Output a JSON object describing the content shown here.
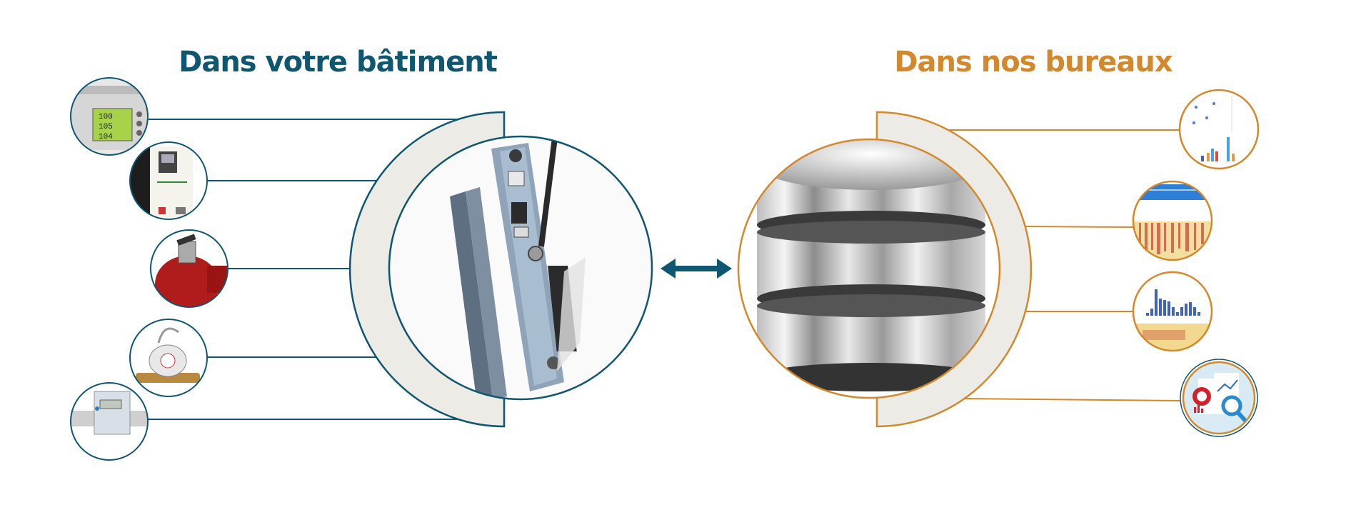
{
  "left": {
    "title": "Dans votre bâtiment",
    "color": "#0f5670",
    "devices": [
      {
        "name": "energy-meter",
        "display": [
          "100",
          "105",
          "104"
        ]
      },
      {
        "name": "variable-speed-drive"
      },
      {
        "name": "gas-meter"
      },
      {
        "name": "water-meter"
      },
      {
        "name": "heat-meter"
      }
    ],
    "hub": "data-logger-gateway"
  },
  "right": {
    "title": "Dans nos bureaux",
    "color": "#d4882c",
    "hub": "database-icon",
    "outputs": [
      "dashboard-chart",
      "heatmap-report",
      "bar-chart-report",
      "analytics-icon"
    ]
  },
  "connector": "double-arrow-icon",
  "colors": {
    "panel_fill": "#ecebe6"
  }
}
